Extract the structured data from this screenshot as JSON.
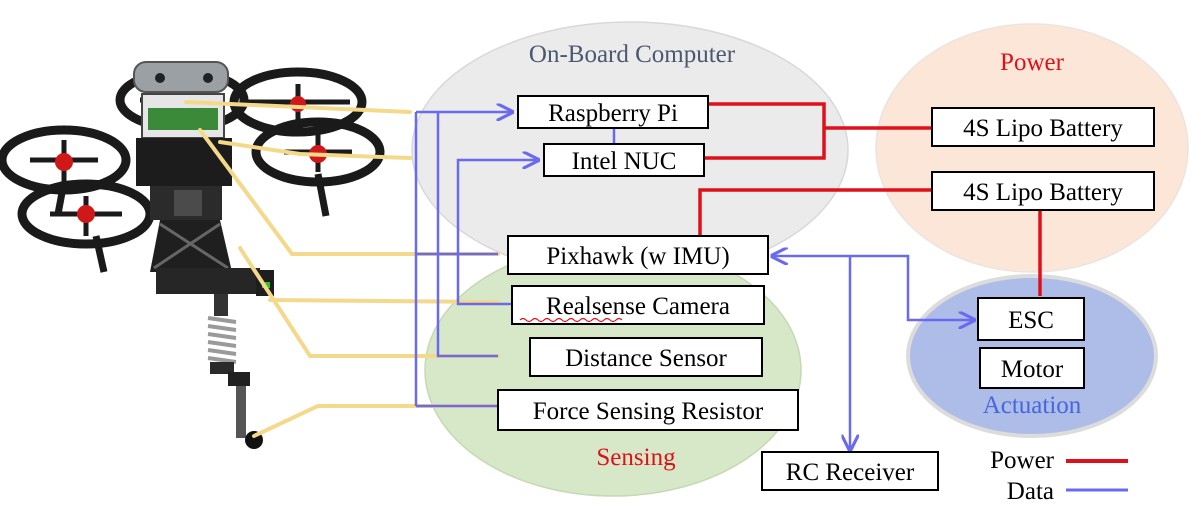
{
  "groups": {
    "onboard": {
      "label": "On-Board Computer",
      "color": "#4a5870"
    },
    "power": {
      "label": "Power",
      "color": "#e0101a"
    },
    "sensing": {
      "label": "Sensing",
      "color": "#e0101a"
    },
    "actuation": {
      "label": "Actuation",
      "color": "#4466dd"
    }
  },
  "nodes": {
    "raspberry_pi": "Raspberry Pi",
    "intel_nuc": "Intel NUC",
    "battery_1": "4S Lipo Battery",
    "battery_2": "4S Lipo Battery",
    "pixhawk": "Pixhawk (w IMU)",
    "realsense": "Realsense Camera",
    "distance_sensor": "Distance Sensor",
    "force_sensor": "Force Sensing Resistor",
    "rc_receiver": "RC Receiver",
    "esc": "ESC",
    "motor": "Motor"
  },
  "legend": {
    "power_label": "Power",
    "data_label": "Data"
  },
  "colors": {
    "power_line": "#e0101a",
    "data_line": "#6a6af0",
    "leader_line": "#f5d98a",
    "onboard_fill": "#ebebeb",
    "power_fill": "#fbe6d8",
    "sensing_fill": "#d7e8c8",
    "actuation_fill": "#aebde8"
  },
  "drone_icon": "quadcopter-drone-with-spring-leg"
}
